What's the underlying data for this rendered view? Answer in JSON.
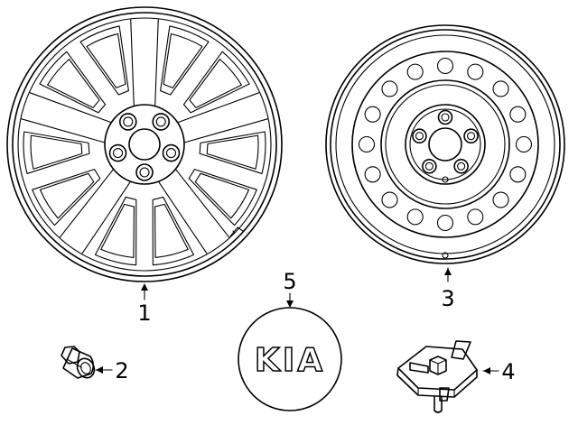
{
  "callouts": [
    {
      "id": "1",
      "label": "1"
    },
    {
      "id": "2",
      "label": "2"
    },
    {
      "id": "3",
      "label": "3"
    },
    {
      "id": "4",
      "label": "4"
    },
    {
      "id": "5",
      "label": "5"
    }
  ],
  "center_cap": {
    "logo_text": "KIA"
  },
  "icons": {
    "alloy_wheel": "alloy-wheel-icon",
    "lug_nut": "lug-nut-icon",
    "spare_wheel": "steel-wheel-icon",
    "spare_holder": "spare-tire-holder-icon",
    "center_cap": "center-cap-icon"
  }
}
